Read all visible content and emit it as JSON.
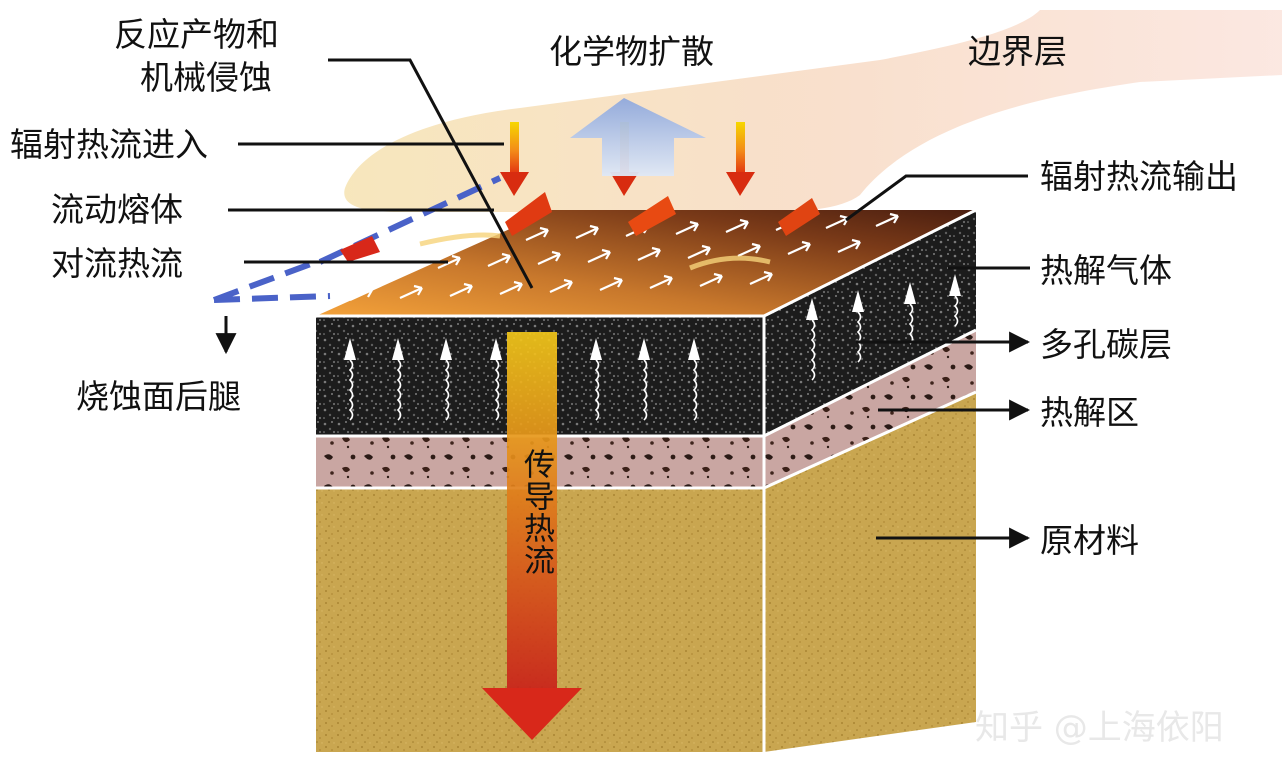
{
  "labels": {
    "reaction_products": "反应产物和",
    "mechanical_erosion": "机械侵蚀",
    "chemical_diffusion": "化学物扩散",
    "boundary_layer": "边界层",
    "radiant_heat_in": "辐射热流进入",
    "flowing_melt": "流动熔体",
    "convective_heat": "对流热流",
    "ablation_recession": "烧蚀面后腿",
    "radiant_heat_out": "辐射热流输出",
    "pyrolysis_gas": "热解气体",
    "porous_char": "多孔碳层",
    "pyrolysis_zone": "热解区",
    "virgin_material": "原材料",
    "conduction_heat": "传导热流"
  },
  "watermark": "知乎 @上海依阳",
  "colors": {
    "boundary_layer": "#f7d6c4",
    "surface_top": "#9a4a1c",
    "char_layer": "#1e1e1e",
    "pyrolysis_layer": "#c9a3a0",
    "virgin_layer": "#c9a650",
    "heat_arrow_top": "#f5c400",
    "heat_arrow_bottom": "#e83a10",
    "diffusion_arrow": "#9fb7e0"
  }
}
